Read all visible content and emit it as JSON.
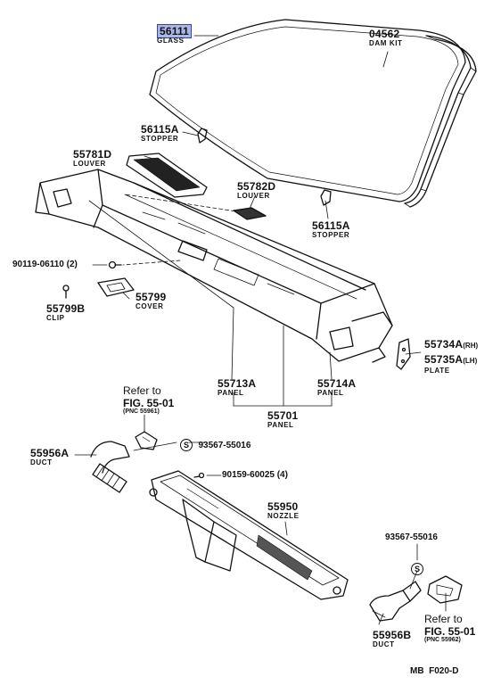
{
  "parts": {
    "p56111": {
      "number": "56111",
      "name": "GLASS"
    },
    "p04562": {
      "number": "04562",
      "name": "DAM KIT"
    },
    "p56115a_top": {
      "number": "56115A",
      "name": "STOPPER"
    },
    "p55781d": {
      "number": "55781D",
      "name": "LOUVER"
    },
    "p55782d": {
      "number": "55782D",
      "name": "LOUVER"
    },
    "p56115a_right": {
      "number": "56115A",
      "name": "STOPPER"
    },
    "p90119": {
      "number": "90119-06110 (2)"
    },
    "p55799": {
      "number": "55799",
      "name": "COVER"
    },
    "p55799b": {
      "number": "55799B",
      "name": "CLIP"
    },
    "p55734a": {
      "number": "55734A",
      "suffix": "(RH)"
    },
    "p55735a": {
      "number": "55735A",
      "suffix": "(LH)",
      "name": "PLATE"
    },
    "p55713a": {
      "number": "55713A",
      "name": "PANEL"
    },
    "p55714a": {
      "number": "55714A",
      "name": "PANEL"
    },
    "p55701": {
      "number": "55701",
      "name": "PANEL"
    },
    "p93567_top": {
      "number": "93567-55016"
    },
    "p55956a": {
      "number": "55956A",
      "name": "DUCT"
    },
    "p90159": {
      "number": "90159-60025 (4)"
    },
    "p55950": {
      "number": "55950",
      "name": "NOZZLE"
    },
    "p93567_bottom": {
      "number": "93567-55016"
    },
    "p55956b": {
      "number": "55956B",
      "name": "DUCT"
    }
  },
  "refs": {
    "ref_top": {
      "line1": "Refer to",
      "line2": "FIG. 55-01",
      "line3": "(PNC 55961)"
    },
    "ref_bottom": {
      "line1": "Refer to",
      "line2": "FIG. 55-01",
      "line3": "(PNC 55962)"
    }
  },
  "symbols": {
    "s_marker": "S"
  },
  "footer": {
    "code": "MB  F020-D"
  },
  "colors": {
    "line": "#111111",
    "highlight": "#a9b6e6",
    "highlight_border": "#35469a"
  }
}
